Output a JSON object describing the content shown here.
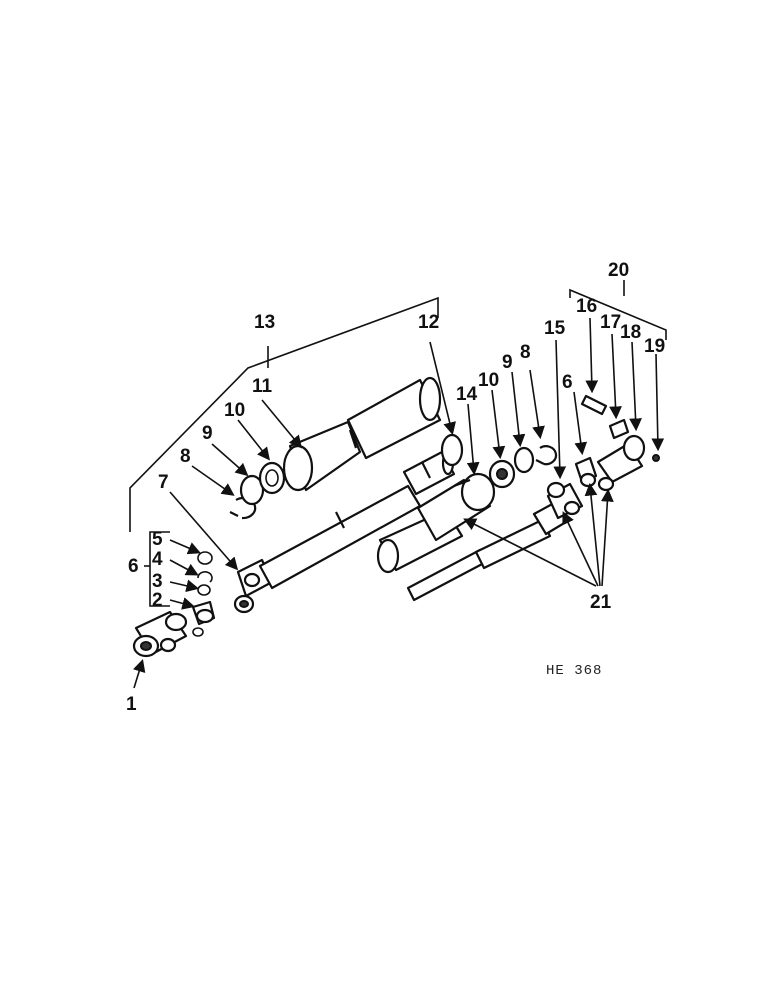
{
  "callouts": {
    "c1": "1",
    "c2": "2",
    "c3": "3",
    "c4": "4",
    "c5": "5",
    "c6a": "6",
    "c7": "7",
    "c8a": "8",
    "c9a": "9",
    "c10a": "10",
    "c11": "11",
    "c12": "12",
    "c13": "13",
    "c14": "14",
    "c10b": "10",
    "c9b": "9",
    "c8b": "8",
    "c15": "15",
    "c6b": "6",
    "c16": "16",
    "c17": "17",
    "c18": "18",
    "c19": "19",
    "c20": "20",
    "c21": "21"
  },
  "figure_code": "HE 368"
}
